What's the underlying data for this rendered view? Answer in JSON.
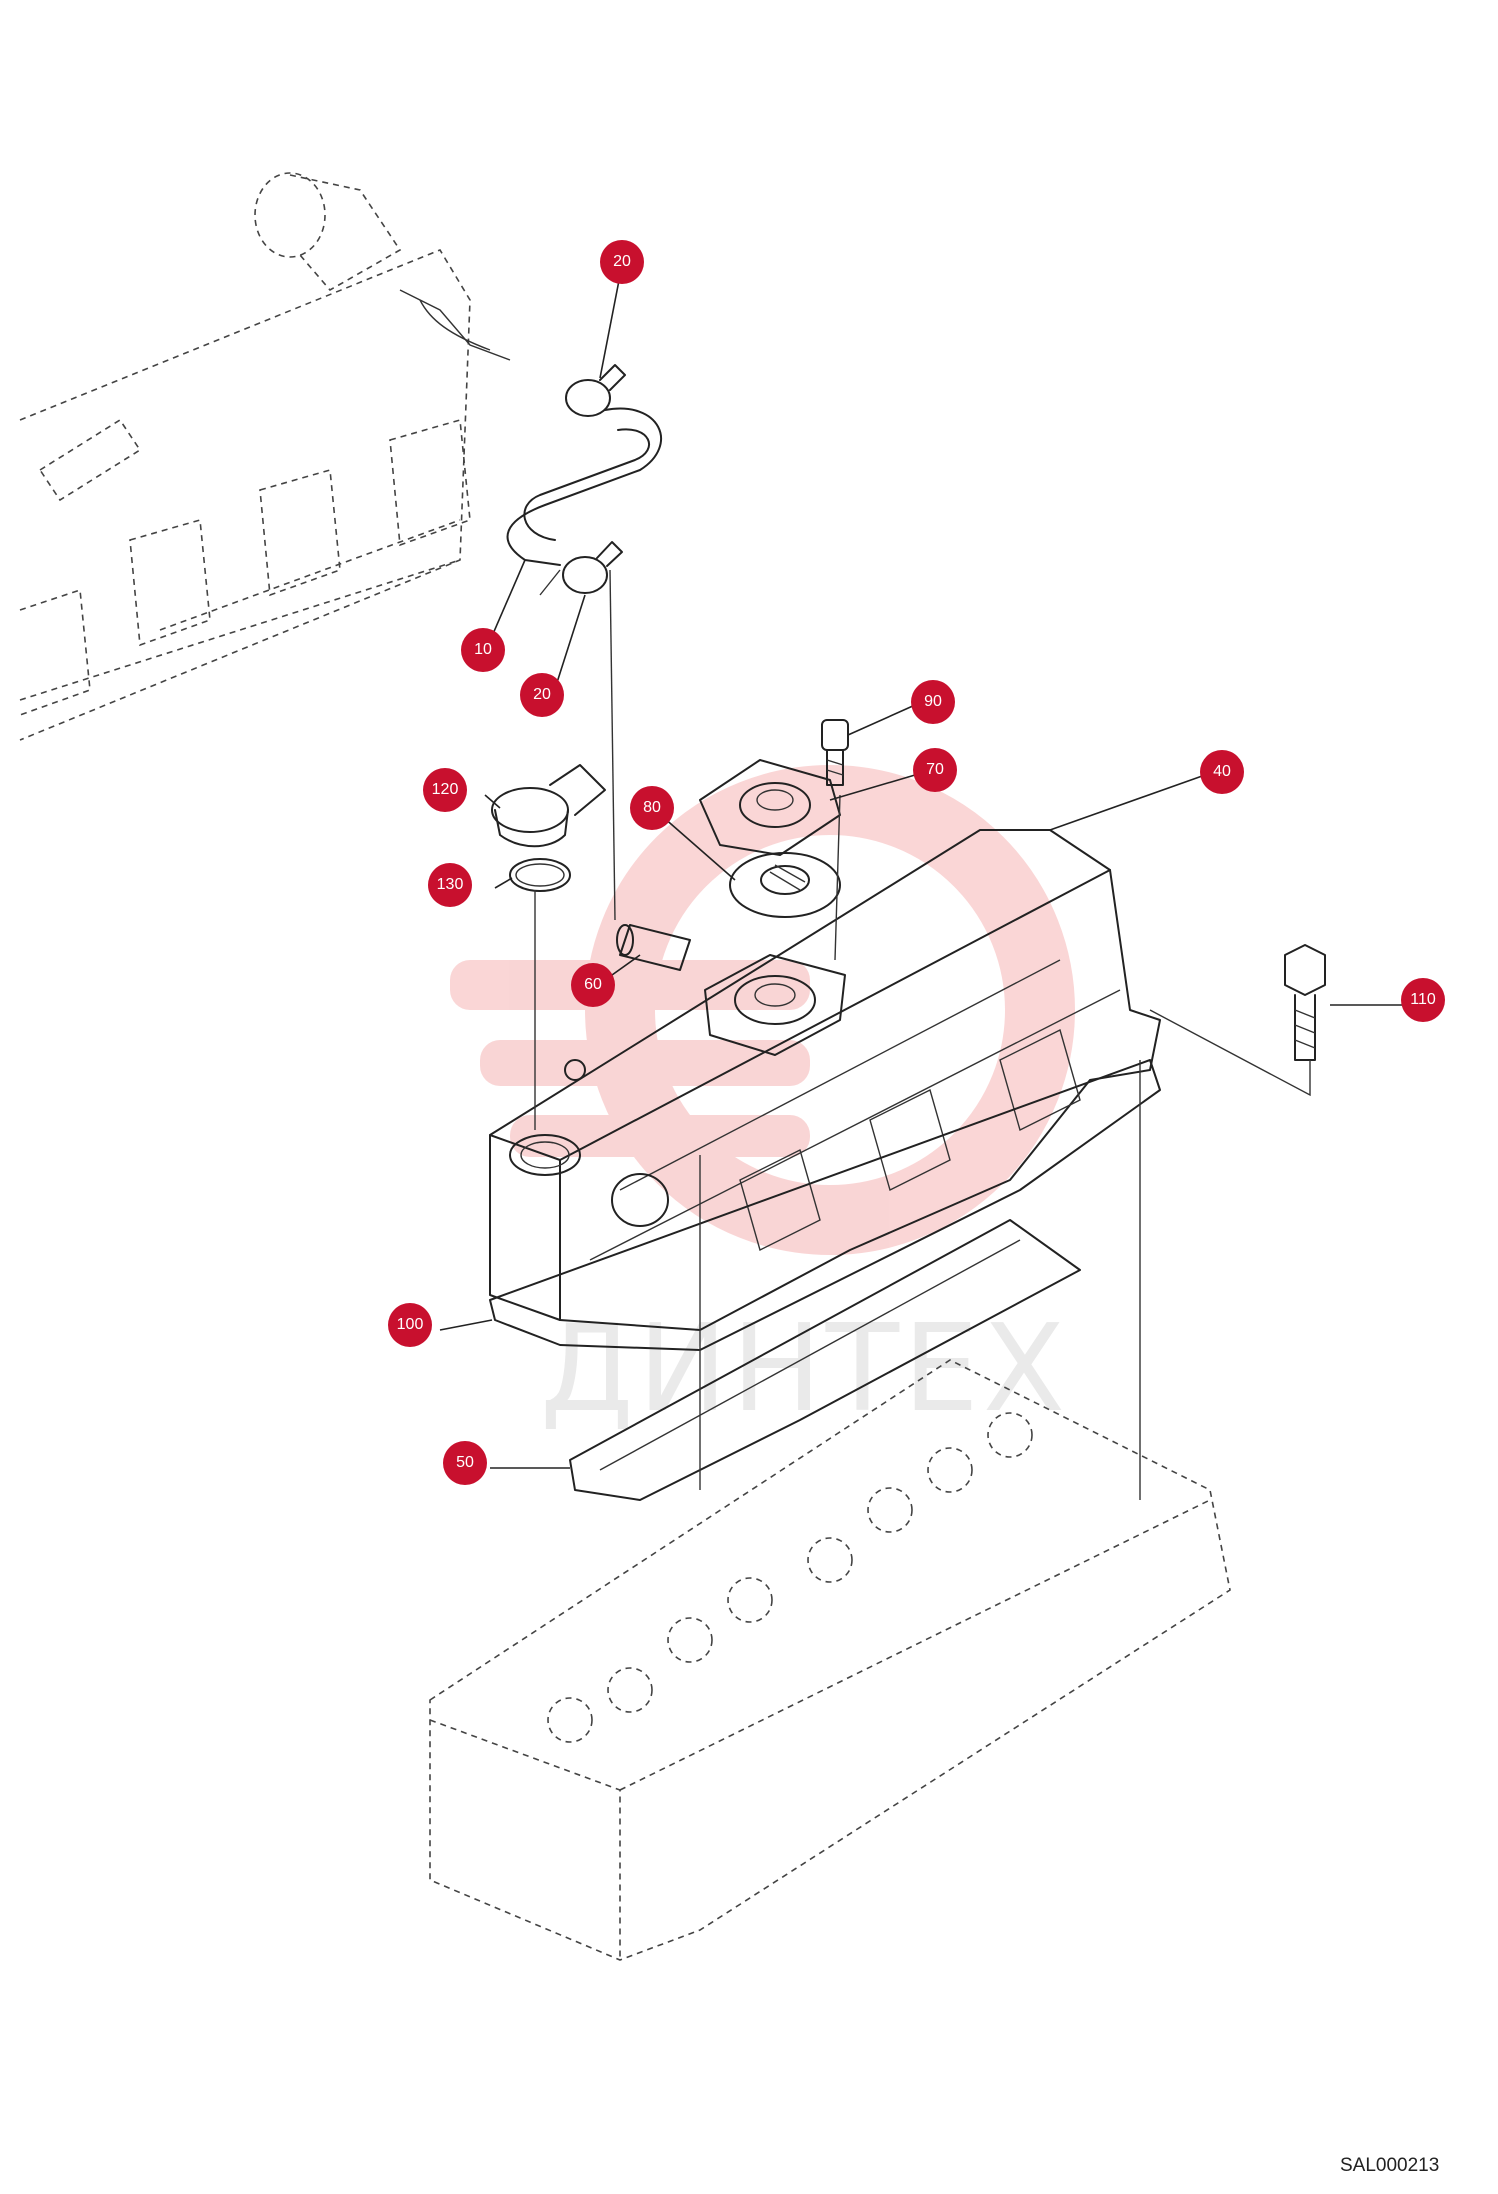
{
  "drawing_code": "SAL000213",
  "watermark_text": "ДИНТЕХ",
  "callouts": [
    {
      "label": "20"
    },
    {
      "label": "10"
    },
    {
      "label": "20"
    },
    {
      "label": "90"
    },
    {
      "label": "70"
    },
    {
      "label": "40"
    },
    {
      "label": "120"
    },
    {
      "label": "80"
    },
    {
      "label": "130"
    },
    {
      "label": "60"
    },
    {
      "label": "110"
    },
    {
      "label": "100"
    },
    {
      "label": "50"
    }
  ],
  "colors": {
    "callout": "#c8102e",
    "line": "#222222",
    "watermark": "#f2b8b8"
  }
}
